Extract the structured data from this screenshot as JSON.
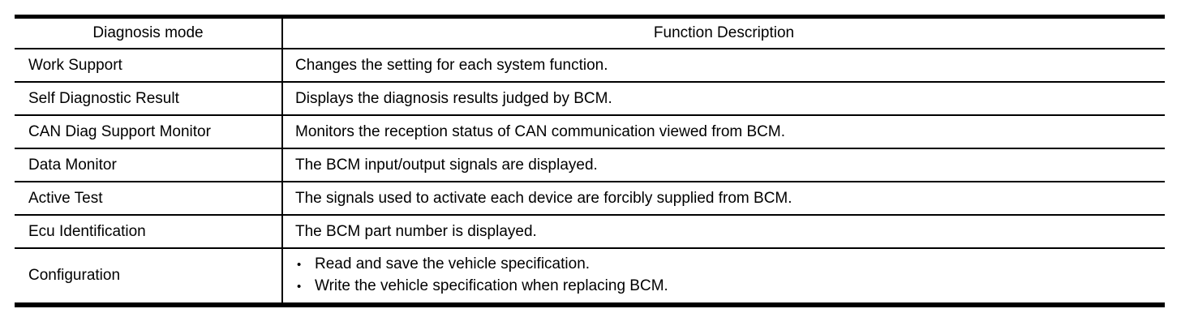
{
  "table": {
    "headers": {
      "mode": "Diagnosis mode",
      "description": "Function Description"
    },
    "rows": [
      {
        "mode": "Work Support",
        "description": "Changes the setting for each system function."
      },
      {
        "mode": "Self Diagnostic Result",
        "description": "Displays the diagnosis results judged by BCM."
      },
      {
        "mode": "CAN Diag Support Monitor",
        "description": "Monitors the reception status of CAN communication viewed from BCM."
      },
      {
        "mode": "Data Monitor",
        "description": "The BCM input/output signals are displayed."
      },
      {
        "mode": "Active Test",
        "description": "The signals used to activate each device are forcibly supplied from BCM."
      },
      {
        "mode": "Ecu Identification",
        "description": "The BCM part number is displayed."
      },
      {
        "mode": "Configuration",
        "bullets": [
          "Read and save the vehicle specification.",
          "Write the vehicle specification when replacing BCM."
        ]
      }
    ],
    "bullet_char": "•"
  },
  "colors": {
    "border": "#000000",
    "text": "#000000",
    "background": "#ffffff"
  }
}
